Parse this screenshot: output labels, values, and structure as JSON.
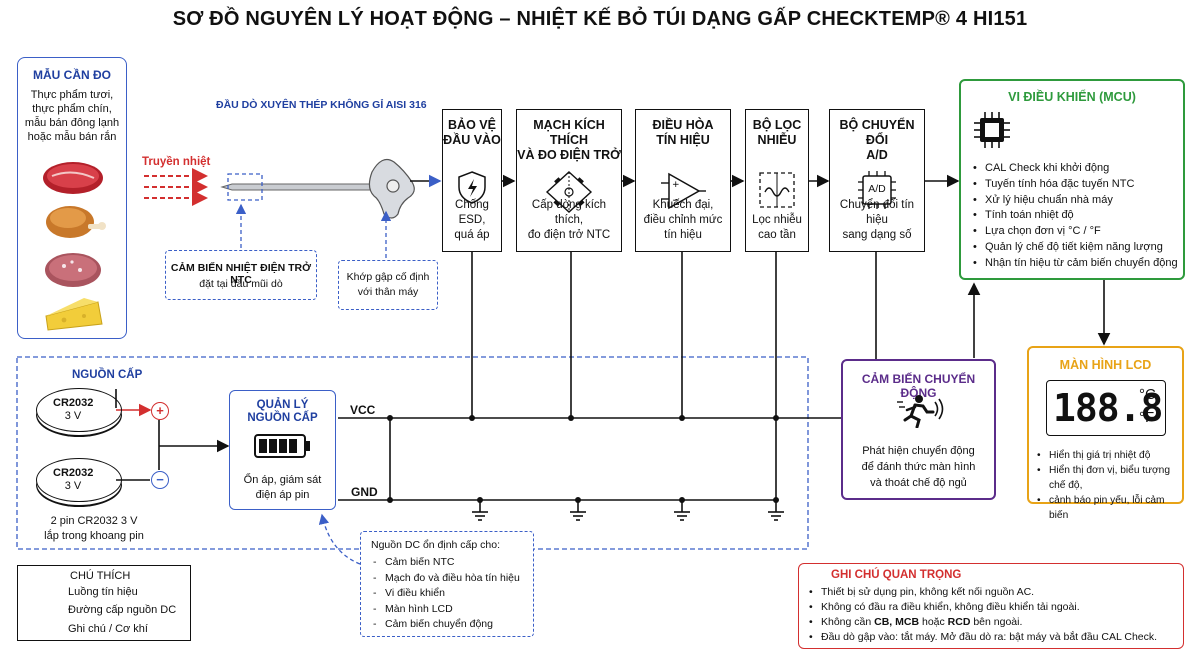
{
  "title": "SƠ ĐỒ NGUYÊN LÝ HOẠT ĐỘNG – NHIỆT KẾ BỎ TÚI DẠNG GẤP CHECKTEMP® 4 HI151",
  "sample": {
    "title": "MẪU CẦN ĐO",
    "desc": [
      "Thực phẩm tươi,",
      "thực phẩm chín,",
      "mẫu bán đông lạnh",
      "hoặc mẫu bán rắn"
    ],
    "heat_label": "Truyền nhiệt"
  },
  "probe": {
    "label": "ĐẦU DÒ XUYÊN THÉP KHÔNG GỈ AISI 316",
    "sensor_title": "CẢM BIẾN NHIỆT ĐIỆN TRỞ NTC",
    "sensor_sub": "đặt tại đầu mũi dò",
    "hinge": [
      "Khớp gập cố định",
      "với thân máy"
    ]
  },
  "stages": [
    {
      "title": [
        "BẢO VỆ",
        "ĐẦU VÀO"
      ],
      "desc": [
        "Chống ESD,",
        "quá áp"
      ],
      "icon": "shield-icon"
    },
    {
      "title": [
        "MẠCH KÍCH THÍCH",
        "VÀ ĐO ĐIỆN TRỞ"
      ],
      "desc": [
        "Cấp dòng kích thích,",
        "đo điện trở NTC"
      ],
      "icon": "bridge-circuit-icon"
    },
    {
      "title": [
        "ĐIỀU HÒA",
        "TÍN HIỆU"
      ],
      "desc": [
        "Khuếch đại,",
        "điều chỉnh mức tín hiệu"
      ],
      "icon": "amplifier-icon"
    },
    {
      "title": [
        "BỘ LỌC",
        "NHIỄU"
      ],
      "desc": [
        "Lọc nhiễu",
        "cao tần"
      ],
      "icon": "filter-icon"
    },
    {
      "title": [
        "BỘ CHUYỂN ĐỔI",
        "A/D"
      ],
      "desc": [
        "Chuyển đổi tín hiệu",
        "sang dạng số"
      ],
      "icon": "adc-chip-icon",
      "chip_text": "A/D"
    }
  ],
  "mcu": {
    "title": "VI ĐIỀU KHIỂN (MCU)",
    "items": [
      "CAL Check khi khởi động",
      "Tuyến tính hóa đặc tuyến NTC",
      "Xử lý hiệu chuẩn nhà máy",
      "Tính toán nhiệt độ",
      "Lựa chọn đơn vị °C / °F",
      "Quản lý chế độ tiết kiệm năng lượng",
      "Nhận tín hiệu từ cảm biến chuyển động"
    ]
  },
  "lcd": {
    "title": "MÀN HÌNH LCD",
    "digits": "188.8",
    "unit_c": "°C",
    "unit_f": "°F",
    "items": [
      "Hiển thị giá trị nhiệt độ",
      "Hiển thị đơn vị, biểu tượng chế độ,",
      "cảnh báo pin yếu, lỗi cảm biến"
    ]
  },
  "motion": {
    "title": "CẢM BIẾN CHUYỂN ĐỘNG",
    "desc": [
      "Phát hiện chuyển động",
      "để đánh thức màn hình",
      "và thoát chế độ ngủ"
    ]
  },
  "power": {
    "title": "NGUỒN CẤP",
    "battery1": [
      "CR2032",
      "3 V"
    ],
    "battery2": [
      "CR2032",
      "3 V"
    ],
    "plus": "+",
    "minus": "−",
    "note": [
      "2 pin CR2032 3 V",
      "lắp trong khoang pin"
    ],
    "mgmt_title": [
      "QUẢN LÝ",
      "NGUỒN CẤP"
    ],
    "mgmt_desc": [
      "Ổn áp, giám sát",
      "điện áp pin"
    ],
    "vcc": "VCC",
    "gnd": "GND"
  },
  "dc_note": {
    "title": "Nguồn DC ổn định cấp cho:",
    "items": [
      "Cảm biến NTC",
      "Mạch đo và điều hòa tín hiệu",
      "Vi điều khiển",
      "Màn hình LCD",
      "Cảm biến chuyển động"
    ]
  },
  "legend": {
    "title": "CHÚ THÍCH",
    "items": [
      "Luồng tín hiệu",
      "Đường cấp nguồn DC",
      "Ghi chú / Cơ khí"
    ]
  },
  "notes": {
    "title": "GHI CHÚ QUAN TRỌNG",
    "items": [
      [
        "Thiết bị sử dụng pin, không kết nối nguồn AC."
      ],
      [
        "Không có đầu ra điều khiển, không điều khiển tải ngoài."
      ],
      [
        "Không cần ",
        "CB, MCB",
        " hoặc ",
        "RCD",
        " bên ngoài."
      ],
      [
        "Đầu dò gập vào: tắt máy. Mở đầu dò ra: bật máy và bắt đầu CAL Check."
      ]
    ]
  },
  "colors": {
    "blue": "#1f3fa0",
    "green": "#2e9a3c",
    "purple": "#5b2c8a",
    "orange": "#e8a317",
    "red": "#d32f2f",
    "dash": "#3b5fc7"
  }
}
